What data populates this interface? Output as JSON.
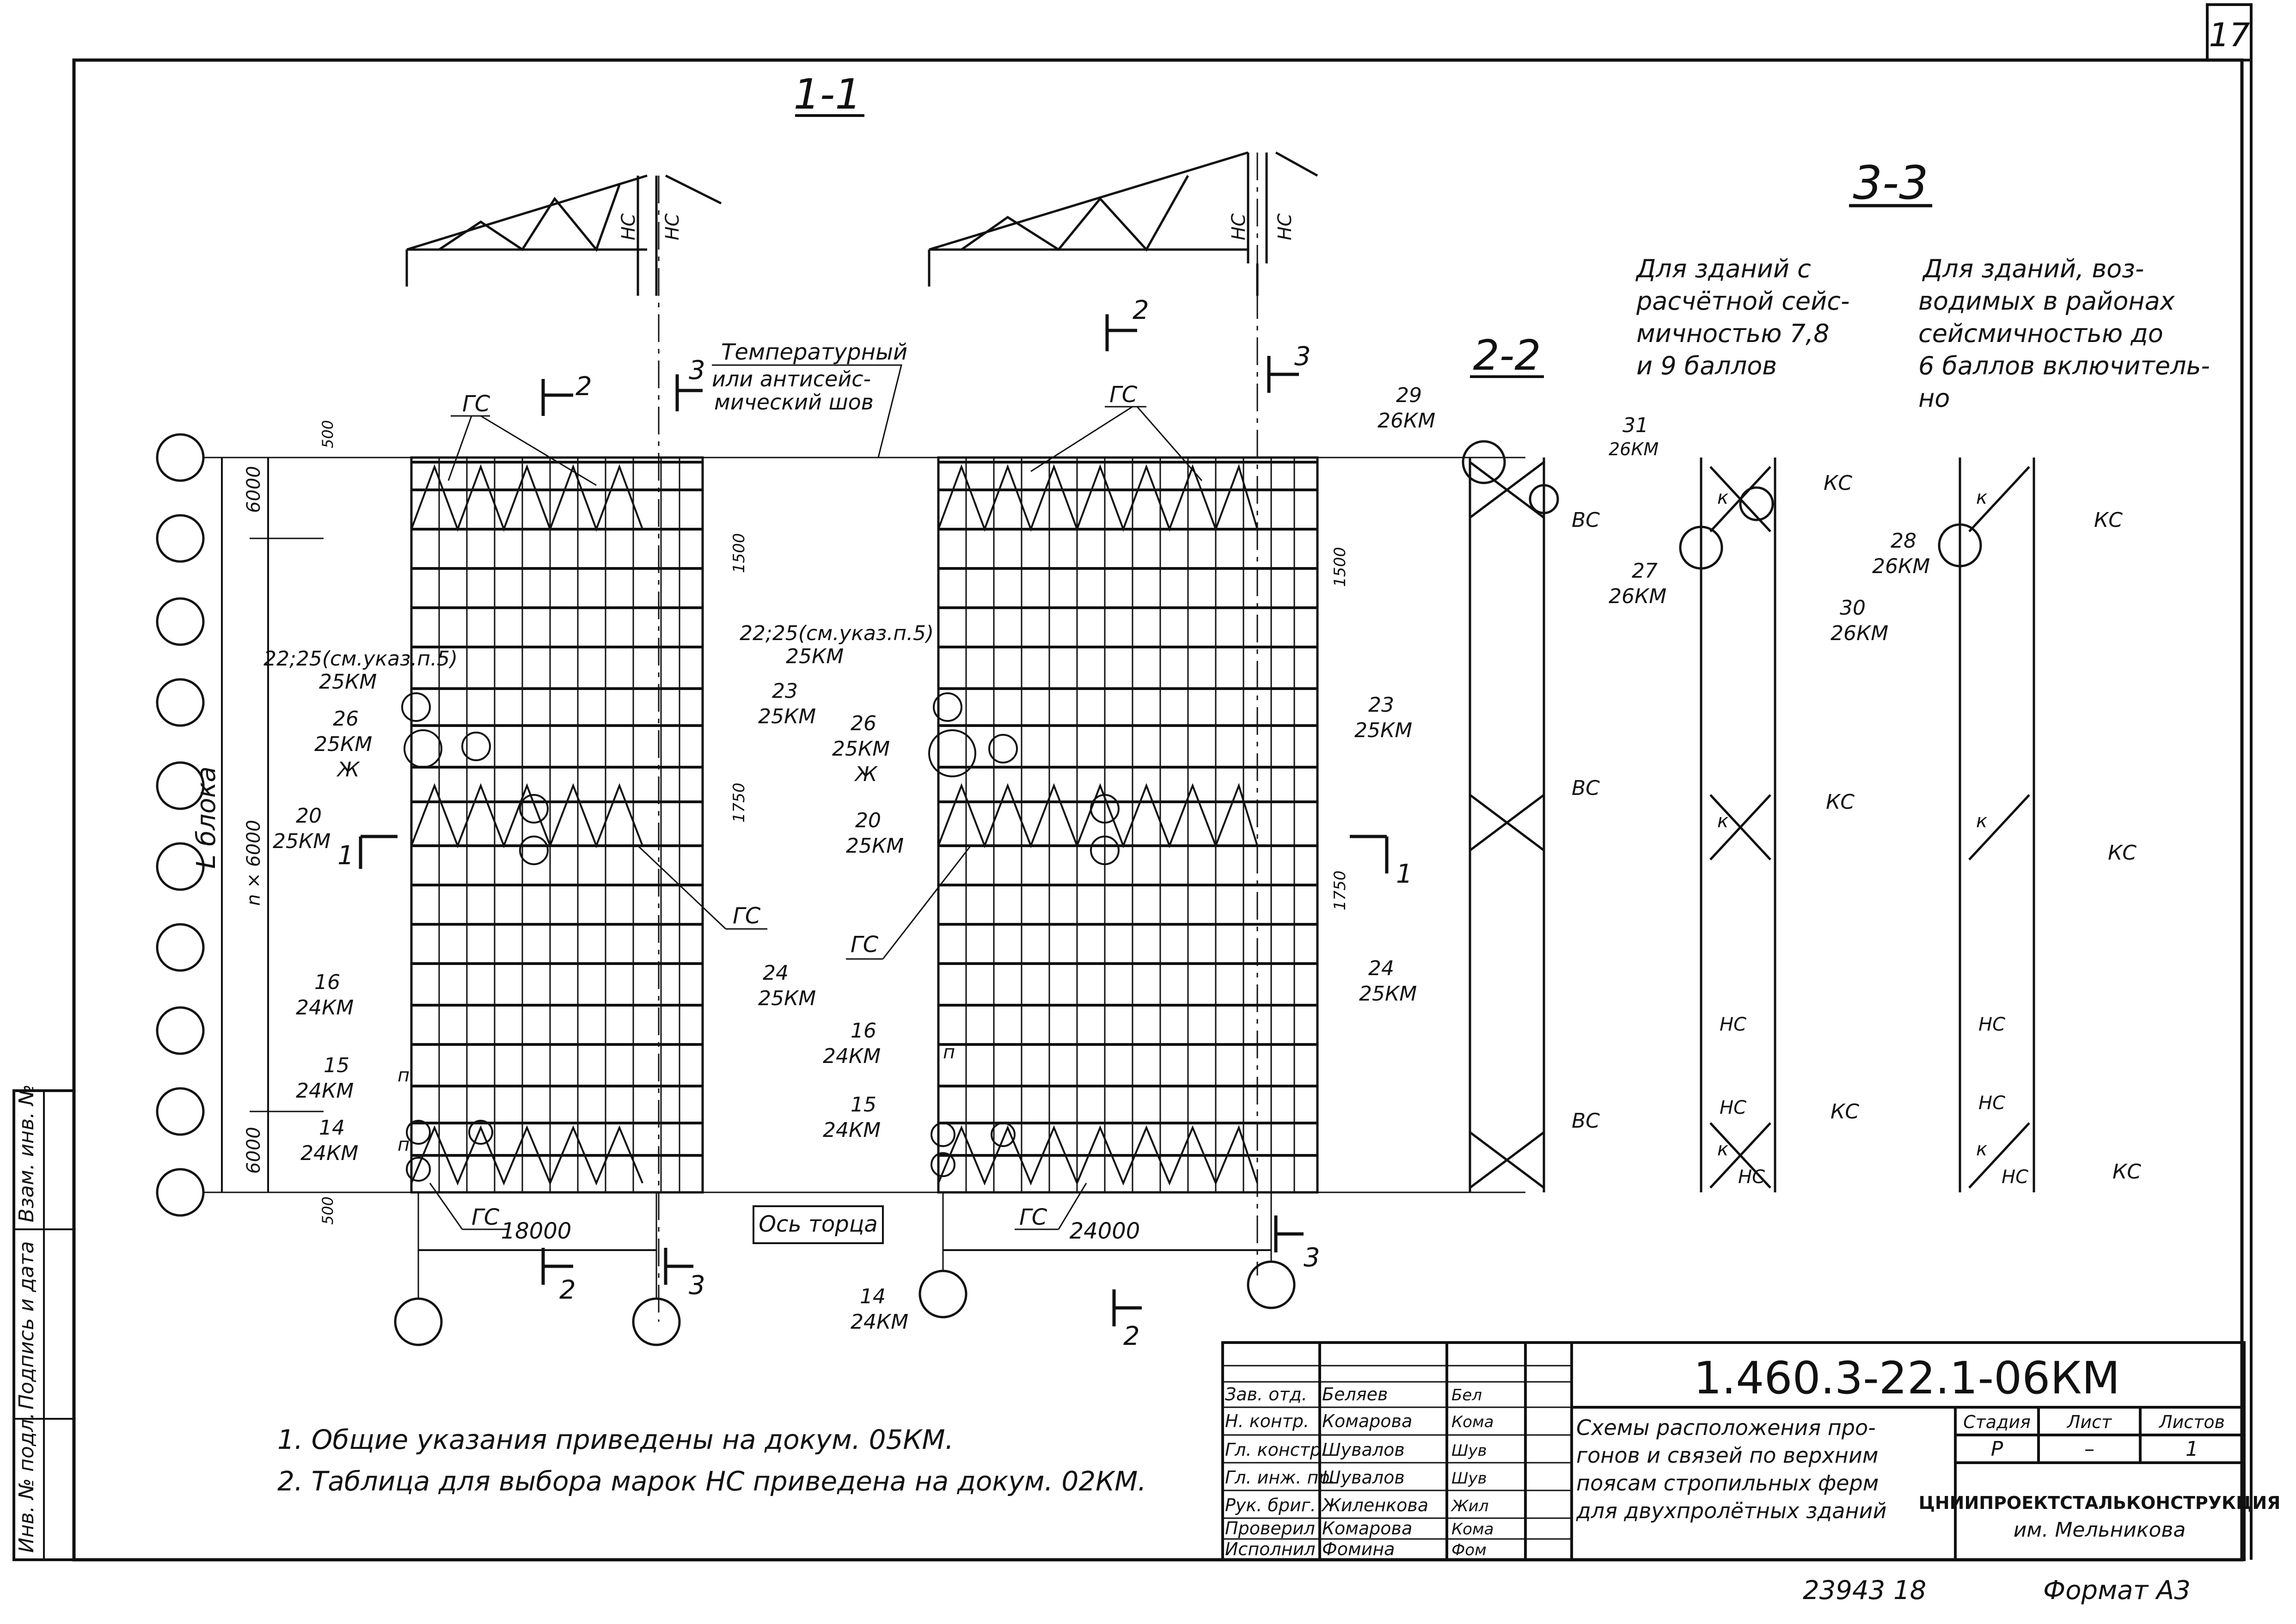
{
  "sheet": {
    "page_number": "17",
    "notes": [
      "1.  Общие   указания   приведены   на  докум.  05КМ.",
      "2.  Таблица   для  выбора  марок  НС приведена  на  докум. 02КМ."
    ],
    "bottom_number": "23943  18",
    "format": "Формат А3"
  },
  "left_margin": {
    "inv_podl": "Инв. № подл.",
    "podpis_data": "Подпись и дата",
    "vzam_inv": "Взам. инв. №"
  },
  "section_1_1": {
    "title": "1-1",
    "nc_label": "НС",
    "temp_joint": [
      "Температурный",
      "или антисейс-",
      "мический шов"
    ],
    "gc": "ГС",
    "n": "п",
    "zh": "Ж",
    "span_left": "18000",
    "span_right": "24000",
    "axis_label": "Ось торца",
    "l_block": "L блока",
    "n6000": "n × 6000",
    "d6000": "6000",
    "d500": "500",
    "d1500": "1500",
    "d1750": "1750",
    "sec2": "2",
    "sec3": "3",
    "sec1": "1",
    "callouts": {
      "c22_25": "22;25(см.указ.п.5)",
      "km25": "25КМ",
      "km24": "24КМ",
      "c23": "23",
      "c26": "26",
      "c20": "20",
      "c24": "24",
      "c16": "16",
      "c15": "15",
      "c14": "14"
    }
  },
  "section_2_2": {
    "title": "2-2",
    "vc": "ВС",
    "c29": "29",
    "c31": "31",
    "km26": "26КМ"
  },
  "section_3_3": {
    "title": "3-3",
    "desc_left": [
      "Для зданий с",
      "расчётной сейс-",
      "мичностью 7,8",
      "и 9 баллов"
    ],
    "desc_right": [
      "Для зданий, воз-",
      "водимых в районах",
      "сейсмичностью до",
      "6 баллов включитель-",
      "но"
    ],
    "kc": "КС",
    "nc": "НС",
    "k": "к",
    "c27": "27",
    "c30": "30",
    "c28": "28",
    "km26": "26КМ"
  },
  "title_block": {
    "rows": [
      {
        "role": "Зав. отд.",
        "name": "Беляев",
        "sign": "Бел"
      },
      {
        "role": "Н. контр.",
        "name": "Комарова",
        "sign": "Кома"
      },
      {
        "role": "Гл. констр.",
        "name": "Шувалов",
        "sign": "Шув"
      },
      {
        "role": "Гл. инж. пр.",
        "name": "Шувалов",
        "sign": "Шув"
      },
      {
        "role": "Рук. бриг.",
        "name": "Жиленкова",
        "sign": "Жил"
      },
      {
        "role": "Проверил",
        "name": "Комарова",
        "sign": "Кома"
      },
      {
        "role": "Исполнил",
        "name": "Фомина",
        "sign": "Фом"
      }
    ],
    "doc_code": "1.460.3-22.1-06КМ",
    "title_lines": [
      "Схемы  расположения  про-",
      "гонов и связей  по верхним",
      "поясам стропильных ферм",
      "для двухпролётных зданий"
    ],
    "stage_label": "Стадия",
    "sheet_label": "Лист",
    "sheets_label": "Листов",
    "stage": "Р",
    "sheet": "–",
    "sheets": "1",
    "org": "ЦНИИПРОЕКТСТАЛЬКОНСТРУКЦИЯ",
    "org2": "им. Мельникова"
  }
}
